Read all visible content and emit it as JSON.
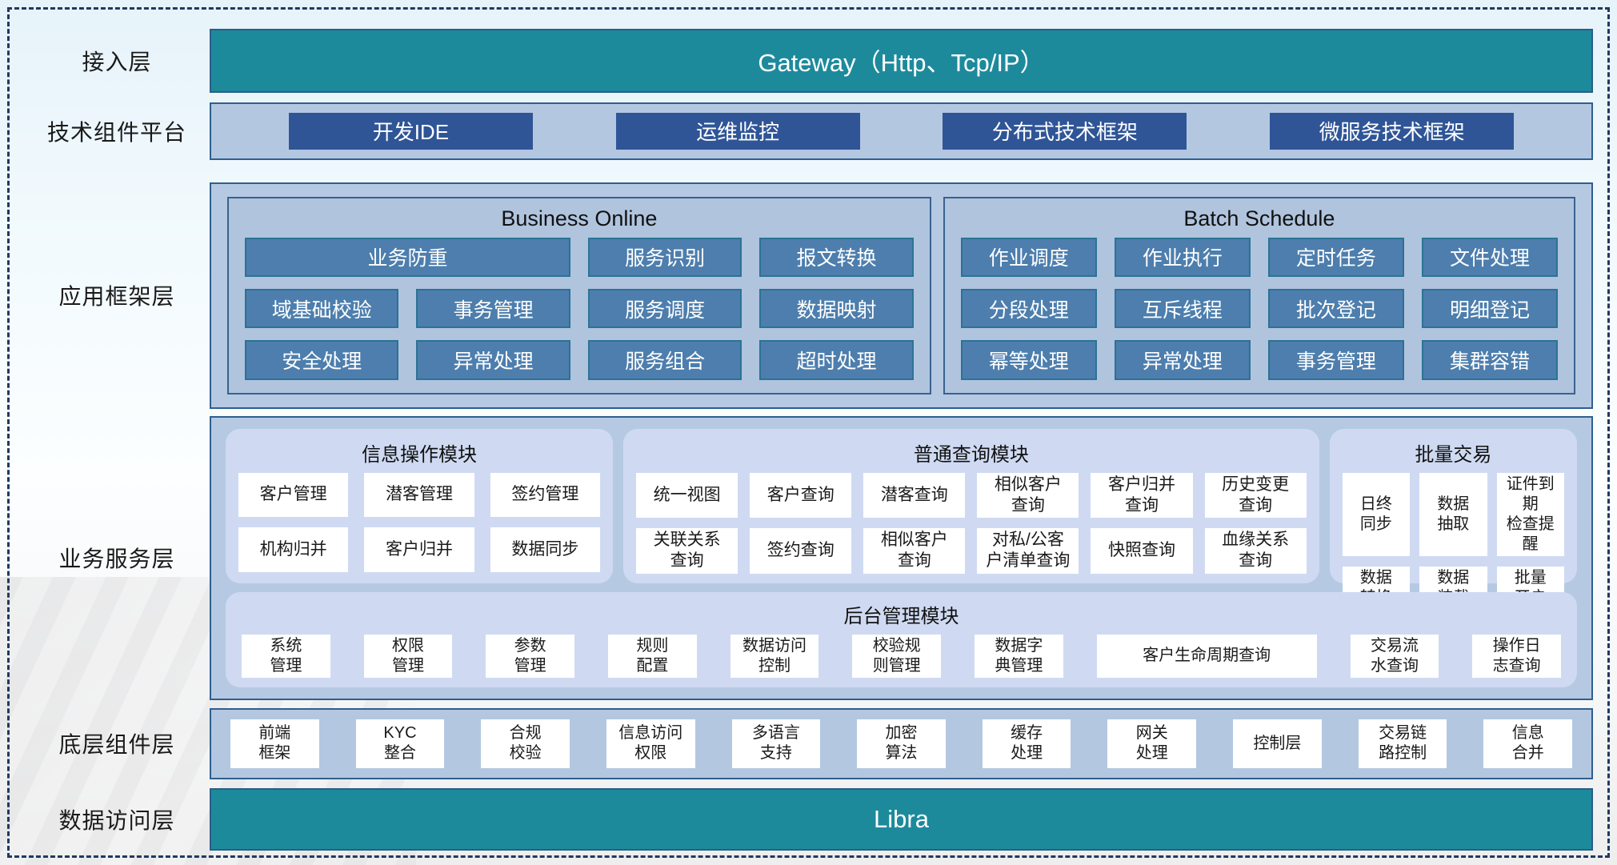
{
  "access": {
    "label": "接入层",
    "title": "Gateway（Http、Tcp/IP）"
  },
  "tech": {
    "label": "技术组件平台",
    "items": [
      "开发IDE",
      "运维监控",
      "分布式技术框架",
      "微服务技术框架"
    ]
  },
  "framework": {
    "label": "应用框架层",
    "online": {
      "title": "Business Online",
      "wide": "业务防重",
      "items": [
        "服务识别",
        "报文转换",
        "域基础校验",
        "事务管理",
        "服务调度",
        "数据映射",
        "安全处理",
        "异常处理",
        "服务组合",
        "超时处理"
      ]
    },
    "batch": {
      "title": "Batch Schedule",
      "items": [
        "作业调度",
        "作业执行",
        "定时任务",
        "文件处理",
        "分段处理",
        "互斥线程",
        "批次登记",
        "明细登记",
        "幂等处理",
        "异常处理",
        "事务管理",
        "集群容错"
      ]
    }
  },
  "business": {
    "label": "业务服务层",
    "info": {
      "title": "信息操作模块",
      "items": [
        "客户管理",
        "潜客管理",
        "签约管理",
        "机构归并",
        "客户归并",
        "数据同步"
      ]
    },
    "query": {
      "title": "普通查询模块",
      "items": [
        "统一视图",
        "客户查询",
        "潜客查询",
        "相似客户\n查询",
        "客户归并\n查询",
        "历史变更\n查询",
        "关联关系\n查询",
        "签约查询",
        "相似客户\n查询",
        "对私/公客\n户清单查询",
        "快照查询",
        "血缘关系\n查询"
      ]
    },
    "trade": {
      "title": "批量交易",
      "items": [
        "日终\n同步",
        "数据\n抽取",
        "证件到期\n检查提醒",
        "数据\n转换",
        "数据\n装载",
        "批量\n开户"
      ]
    },
    "admin": {
      "title": "后台管理模块",
      "items": [
        "系统\n管理",
        "权限\n管理",
        "参数\n管理",
        "规则\n配置",
        "数据访问\n控制",
        "校验规\n则管理",
        "数据字\n典管理",
        "客户生命周期查询",
        "交易流\n水查询",
        "操作日\n志查询"
      ]
    }
  },
  "component": {
    "label": "底层组件层",
    "items": [
      "前端\n框架",
      "KYC\n整合",
      "合规\n校验",
      "信息访问\n权限",
      "多语言\n支持",
      "加密\n算法",
      "缓存\n处理",
      "网关\n处理",
      "控制层",
      "交易链\n路控制",
      "信息\n合并"
    ]
  },
  "data": {
    "label": "数据访问层",
    "title": "Libra"
  },
  "colors": {
    "teal": "#1d8a9c",
    "dark_blue": "#2f5597",
    "steel_blue": "#4d7ead",
    "panel_blue": "#b4c7e1",
    "rounded_panel": "#cfdaf2",
    "border_navy": "#2e5f8f"
  }
}
